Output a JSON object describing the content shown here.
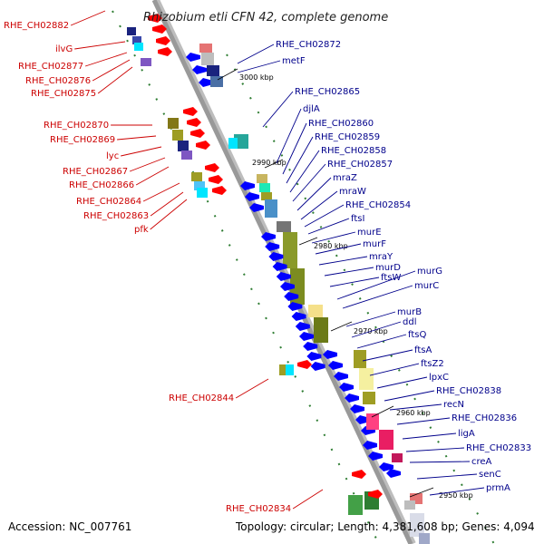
{
  "title": "Rhizobium etli CFN 42, complete genome",
  "footer": {
    "accession": "Accession: NC_007761",
    "topology": "Topology: circular; Length: 4,381,608 bp; Genes: 4,094"
  },
  "colors": {
    "right_label": "#00008b",
    "left_label": "#cc0000",
    "backbone": "#999999",
    "forward_arrow": "#ff0000",
    "reverse_arrow": "#0000ff",
    "tick": "#2e7d32"
  },
  "ticks": [
    "3000 kbp",
    "2990 kbp",
    "2980 kbp",
    "2970 kbp",
    "2960 kbp",
    "2950 kbp"
  ],
  "right_genes": [
    "RHE_CH02872",
    "metF",
    "RHE_CH02865",
    "djlA",
    "RHE_CH02860",
    "RHE_CH02859",
    "RHE_CH02858",
    "RHE_CH02857",
    "mraZ",
    "mraW",
    "RHE_CH02854",
    "ftsI",
    "murE",
    "murF",
    "mraY",
    "murD",
    "ftsW",
    "murG",
    "murC",
    "murB",
    "ddl",
    "ftsQ",
    "ftsA",
    "ftsZ2",
    "lpxC",
    "RHE_CH02838",
    "recN",
    "RHE_CH02836",
    "ligA",
    "RHE_CH02833",
    "creA",
    "senC",
    "prmA"
  ],
  "left_genes": [
    "RHE_CH02882",
    "ilvG",
    "RHE_CH02877",
    "RHE_CH02876",
    "RHE_CH02875",
    "RHE_CH02870",
    "RHE_CH02869",
    "lyc",
    "RHE_CH02867",
    "RHE_CH02866",
    "RHE_CH02864",
    "RHE_CH02863",
    "pfk",
    "RHE_CH02844",
    "RHE_CH02834"
  ]
}
